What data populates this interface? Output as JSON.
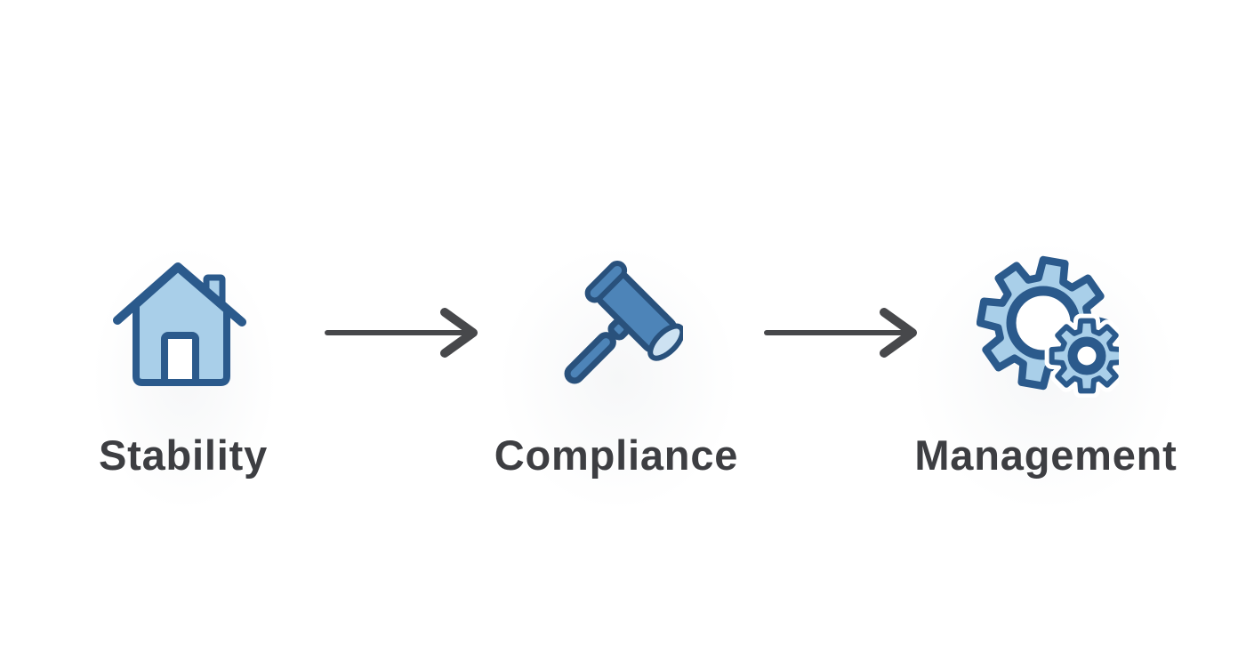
{
  "figure": {
    "type": "process-flow-diagram",
    "background_color": "#ffffff",
    "steps": [
      {
        "label": "Stability",
        "icon": "house-icon"
      },
      {
        "label": "Compliance",
        "icon": "gavel-icon"
      },
      {
        "label": "Management",
        "icon": "gears-icon"
      }
    ],
    "connectors": [
      {
        "type": "arrow-right"
      },
      {
        "type": "arrow-right"
      }
    ]
  },
  "colors": {
    "icon_fill_light": "#a9cfe9",
    "icon_fill_mid": "#4d84b8",
    "icon_outline_dark": "#2b5a8c",
    "icon_outline_navy": "#29517c",
    "icon_highlight": "#cde2f2",
    "arrow": "#47484b",
    "label_text": "#3d3e42"
  }
}
